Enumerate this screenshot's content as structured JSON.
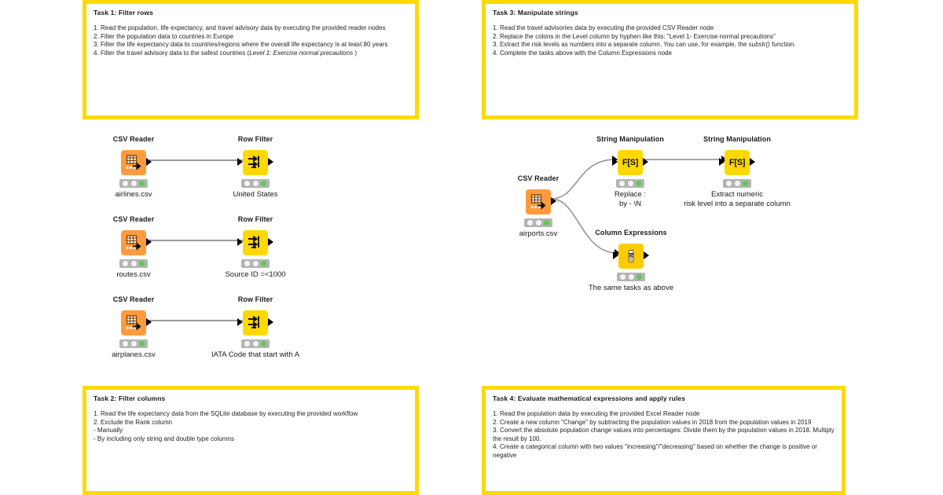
{
  "tasks": [
    {
      "id": "task-1",
      "title": "Task 1: Filter rows",
      "lines": [
        "1. Read the population, life expectancy, and travel advisory data by executing the provided reader nodes",
        "2. Filter the population data to countries in Europe",
        "3. Filter the life expectancy data to countries/regions where the overall life expectancy is at least 80 years",
        "4. Filter the travel advisory data to the safest countries (Level 1: Exercise normal precautions  )"
      ]
    },
    {
      "id": "task-2",
      "title": "Task 2: Filter columns",
      "lines": [
        "1. Read the life expectancy data from the SQLite database by executing the provided workflow",
        "2. Exclude the Rank column",
        "- Manually",
        "- By including only string and double type columns"
      ]
    },
    {
      "id": "task-3",
      "title": "Task 3: Manipulate strings",
      "lines": [
        "1. Read the travel advisories data by executing the provided CSV Reader node",
        "2. Replace the colons in the Level column by hyphen like this: \"Level 1- Exercise normal precautions\"",
        "3. Extract the risk levels as numbers into a separate column. You can use, for example, the  substr() function.",
        "4. Complete the tasks above with the Column Expressions node"
      ]
    },
    {
      "id": "task-4",
      "title": "Task 4: Evaluate mathematical expressions and apply rules",
      "lines": [
        "1. Read the population data by executing the provided Excel Reader node",
        "2. Create a new column \"Change\" by subtracting the population values in 2018 from the population values in 2019",
        "3. Convert the absolute population change values into percentages: Divide them by the population values in 2018. Multiply the result by 100.",
        "4. Create a categorical column with two values \"increasing\"/\"decreasing\" based on whether the change is positive or negative"
      ]
    }
  ],
  "workflow_left": {
    "rows": [
      {
        "reader": {
          "title": "CSV Reader",
          "label": "airlines.csv",
          "icon": "csv-reader-icon",
          "status": "green"
        },
        "filter": {
          "title": "Row Filter",
          "label": "United States",
          "icon": "row-filter-icon",
          "status": "green"
        }
      },
      {
        "reader": {
          "title": "CSV Reader",
          "label": "routes.csv",
          "icon": "csv-reader-icon",
          "status": "green"
        },
        "filter": {
          "title": "Row Filter",
          "label": "Source ID =<1000",
          "icon": "row-filter-icon",
          "status": "green"
        }
      },
      {
        "reader": {
          "title": "CSV Reader",
          "label": "airplanes.csv",
          "icon": "csv-reader-icon",
          "status": "green"
        },
        "filter": {
          "title": "Row Filter",
          "label": "IATA Code that start with A",
          "icon": "row-filter-icon",
          "status": "green"
        }
      }
    ]
  },
  "workflow_right": {
    "reader": {
      "title": "CSV Reader",
      "label": "airports.csv",
      "icon": "csv-reader-icon",
      "status": "green"
    },
    "string_manip_1": {
      "title": "String Manipulation",
      "icon_text": "F[S]",
      "label_line1": "Replace :",
      "label_line2": "by - \\N",
      "status": "green"
    },
    "string_manip_2": {
      "title": "String Manipulation",
      "icon_text": "F[S]",
      "label_line1": "Extract numeric",
      "label_line2": "risk level into a separate column",
      "status": "green"
    },
    "column_expressions": {
      "title": "Column Expressions",
      "icon": "column-expressions-icon",
      "label": "The same tasks as above",
      "status": "green"
    }
  },
  "colors": {
    "annotation_border": "#ffd900",
    "reader_node": "#ff9b3d",
    "filter_node": "#ffd800",
    "status_bar": "#b4b4b4",
    "status_green": "#5ecb4a",
    "connector": "#9a9a9a",
    "canvas": "#ffffff"
  }
}
